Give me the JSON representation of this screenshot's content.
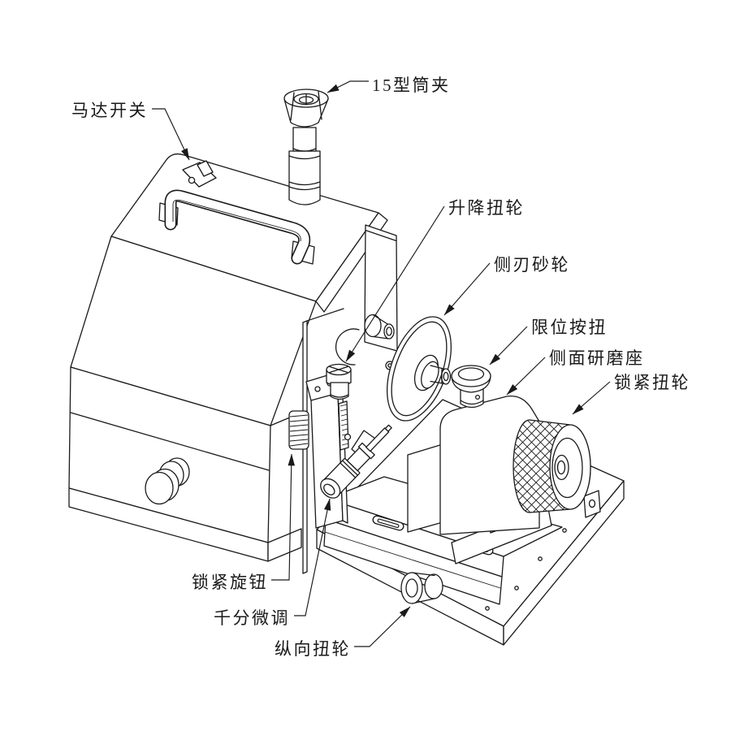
{
  "page": {
    "background_color": "#ffffff",
    "line_color": "#1a1a1a",
    "kind": "isometric mechanical line diagram with callout labels",
    "language": "zh-CN"
  },
  "diagram": {
    "labels": [
      {
        "part": "collet",
        "text": "15型筒夹"
      },
      {
        "part": "motor-switch",
        "text": "马达开关"
      },
      {
        "part": "lift-thumbwheel",
        "text": "升降扭轮"
      },
      {
        "part": "side-edge-grinding-wheel",
        "text": "侧刃砂轮"
      },
      {
        "part": "limit-button",
        "text": "限位按扭"
      },
      {
        "part": "side-grinding-seat",
        "text": "侧面研磨座"
      },
      {
        "part": "lock-thumbwheel",
        "text": "锁紧扭轮"
      },
      {
        "part": "lock-knob",
        "text": "锁紧旋钮"
      },
      {
        "part": "micrometer-fine-adjust",
        "text": "千分微调"
      },
      {
        "part": "longitudinal-thumbwheel",
        "text": "纵向扭轮"
      }
    ]
  }
}
